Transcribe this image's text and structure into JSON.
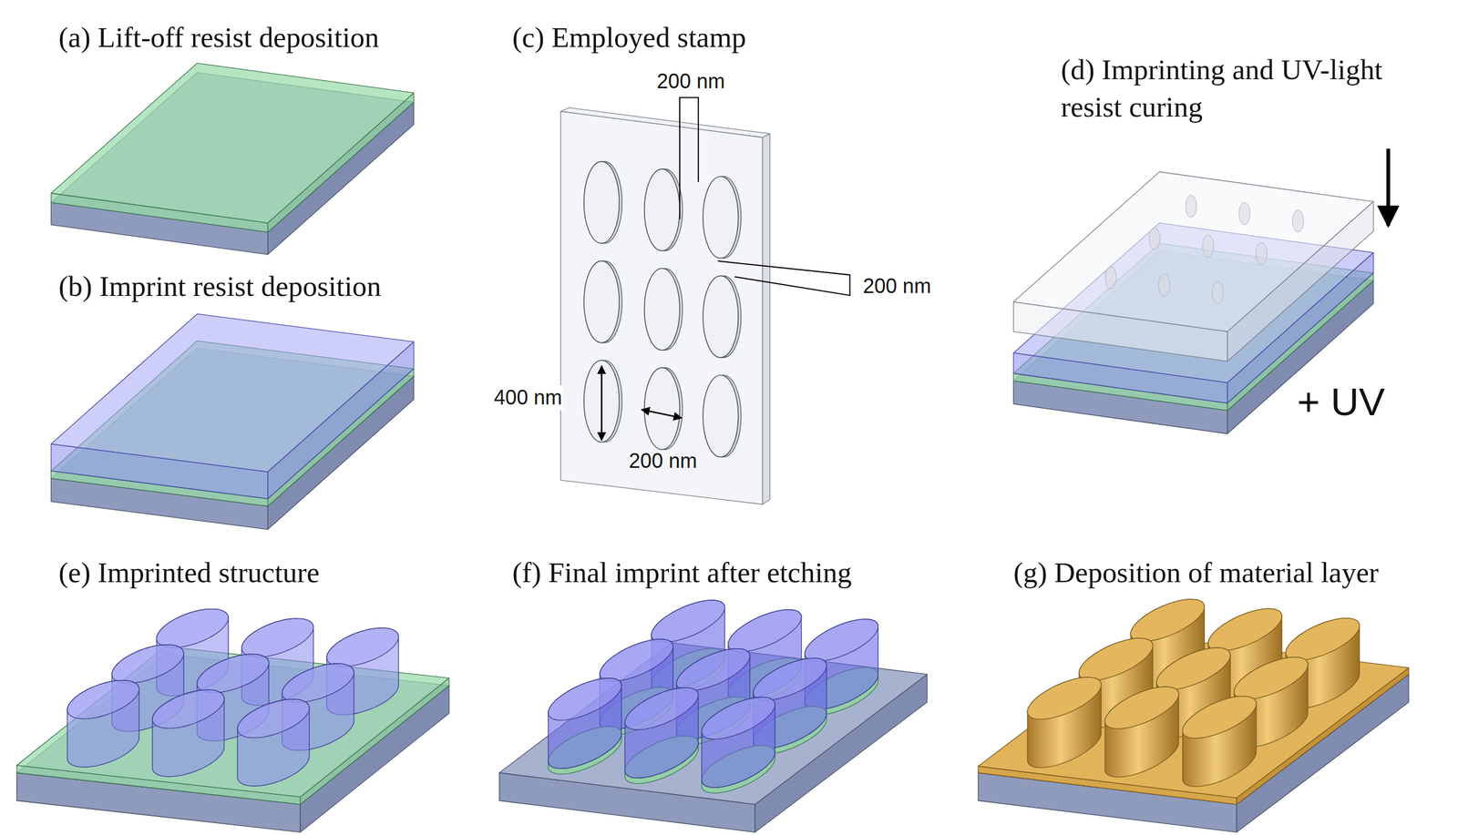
{
  "diagram": {
    "labels": [
      "(a) Lift-off resist deposition",
      "(b) Imprint resist deposition",
      "(c) Employed stamp",
      "200 nm",
      "200 nm",
      "400 nm",
      "200 nm",
      "(d) Imprinting and UV-light resist curing",
      "+ UV",
      "(e) Imprinted structure",
      "(f) Final imprint after etching",
      "(g) Deposition of material layer"
    ]
  }
}
